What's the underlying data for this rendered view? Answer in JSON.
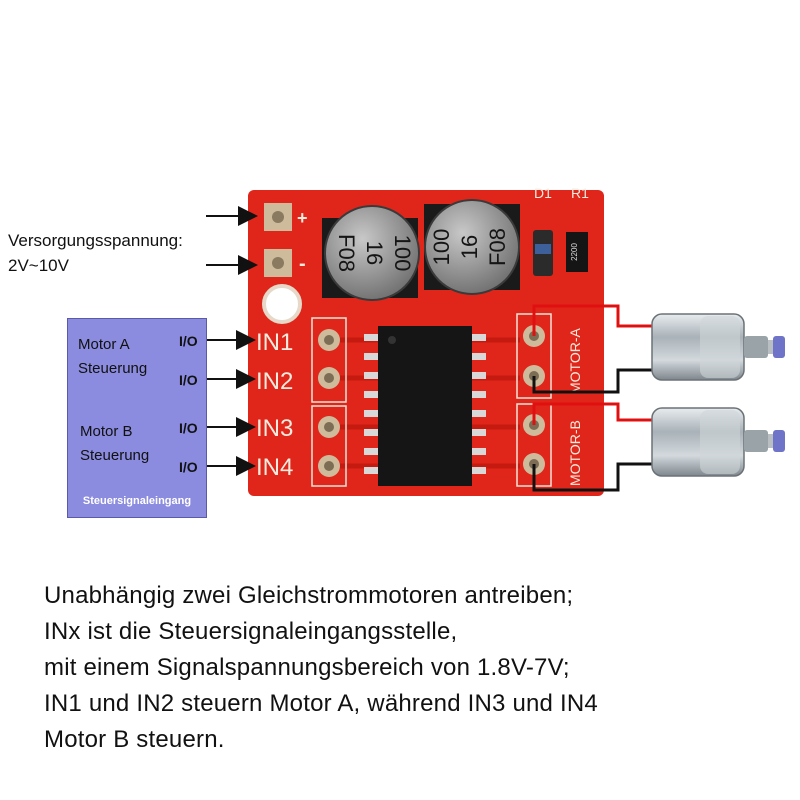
{
  "supply": {
    "label": "Versorgungsspannung:",
    "range": "2V~10V",
    "plus": "+",
    "minus": "-"
  },
  "control_box": {
    "motor_a": [
      "Motor A",
      "Steuerung"
    ],
    "motor_b": [
      "Motor B",
      "Steuerung"
    ],
    "io_label": "I/O",
    "footer": "Steuersignaleingang",
    "color": "#8b8bdf"
  },
  "board": {
    "color": "#e0261a",
    "pins": [
      "IN1",
      "IN2",
      "IN3",
      "IN4"
    ],
    "cap1_text": [
      "100",
      "16",
      "F08"
    ],
    "cap2_text": [
      "100",
      "16",
      "F08"
    ],
    "d1": "D1",
    "r1": "R1",
    "resistor_code": "2200",
    "motor_a": "MOTOR-A",
    "motor_b": "MOTOR-B"
  },
  "caption": [
    "Unabhängig zwei Gleichstrommotoren antreiben;",
    "INx ist die Steuersignaleingangsstelle,",
    "mit einem Signalspannungsbereich von 1.8V-7V;",
    "IN1 und IN2 steuern Motor A, während IN3 und IN4",
    "Motor B steuern."
  ]
}
